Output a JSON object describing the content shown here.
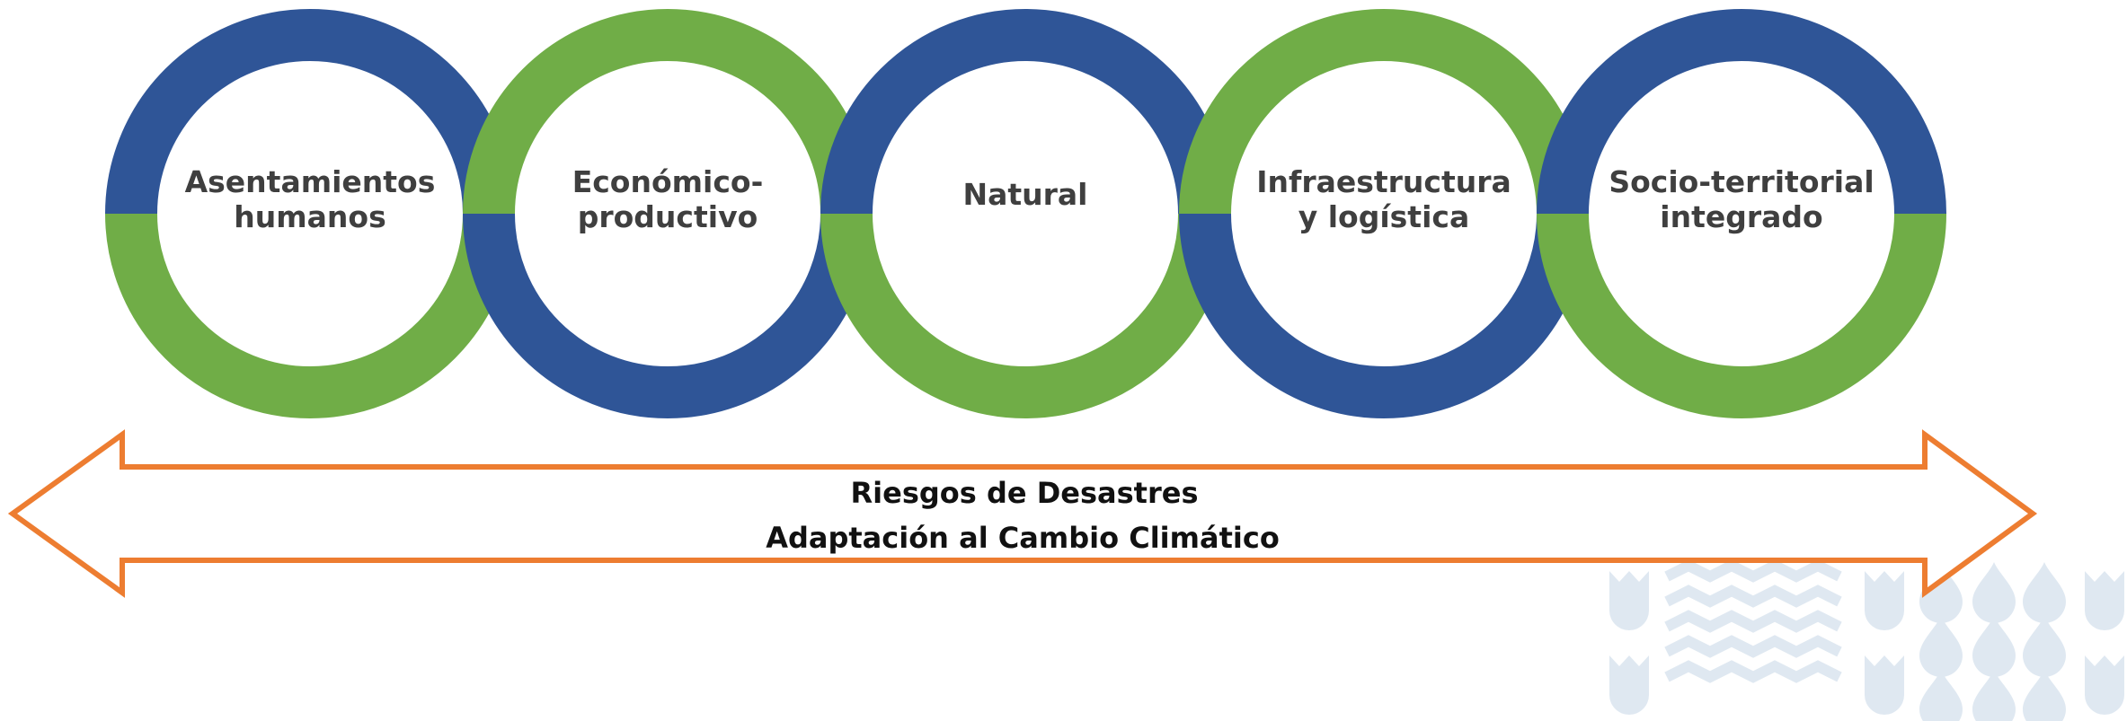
{
  "colors": {
    "blue": "#2f5597",
    "green": "#70ad47",
    "arrow": "#ed7d31",
    "watermark": "#dce6f0"
  },
  "rings": [
    {
      "line1": "Asentamientos",
      "line2": "humanos",
      "top": "blue",
      "bottom": "green"
    },
    {
      "line1": "Económico-",
      "line2": "productivo",
      "top": "green",
      "bottom": "blue"
    },
    {
      "line1": "Natural",
      "line2": "",
      "top": "blue",
      "bottom": "green"
    },
    {
      "line1": "Infraestructura",
      "line2": "y logística",
      "top": "green",
      "bottom": "blue"
    },
    {
      "line1": "Socio-territorial",
      "line2": "integrado",
      "top": "blue",
      "bottom": "green"
    }
  ],
  "arrow": {
    "line1": "Riesgos de Desastres",
    "line2": "Adaptación al Cambio Climático"
  },
  "watermark": {
    "icon": "water-drops-pattern-icon"
  }
}
